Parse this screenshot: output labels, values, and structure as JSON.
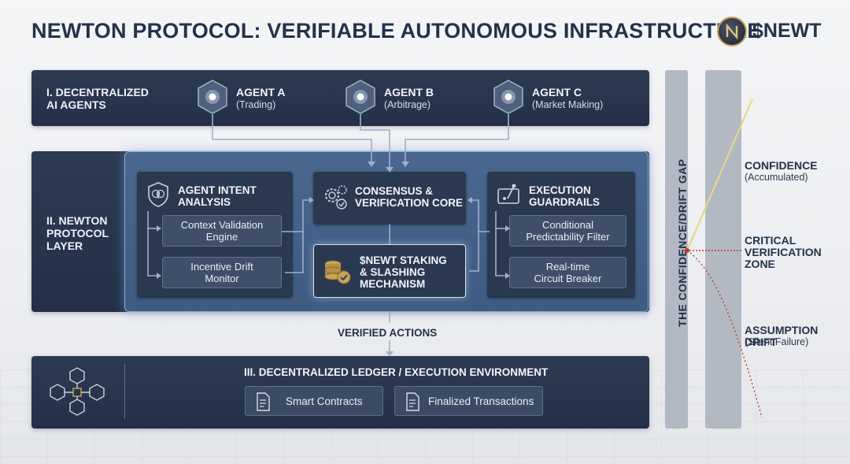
{
  "header": {
    "title": "NEWTON PROTOCOL: VERIFIABLE AUTONOMOUS INFRASTRUCTURE",
    "token": "$NEWT"
  },
  "layer1": {
    "label_line1": "I. DECENTRALIZED",
    "label_line2": "AI AGENTS",
    "agents": [
      {
        "name": "AGENT A",
        "role": "(Trading)"
      },
      {
        "name": "AGENT B",
        "role": "(Arbitrage)"
      },
      {
        "name": "AGENT C",
        "role": "(Market Making)"
      }
    ]
  },
  "layer2": {
    "label_line1": "II. NEWTON",
    "label_line2": "PROTOCOL",
    "label_line3": "LAYER",
    "intent": {
      "title_line1": "AGENT INTENT",
      "title_line2": "ANALYSIS",
      "items": [
        {
          "line1": "Context Validation",
          "line2": "Engine"
        },
        {
          "line1": "Incentive Drift",
          "line2": "Monitor"
        }
      ]
    },
    "consensus": {
      "title_line1": "CONSENSUS &",
      "title_line2": "VERIFICATION CORE"
    },
    "staking": {
      "line1": "$NEWT STAKING",
      "line2": "& SLASHING",
      "line3": "MECHANISM"
    },
    "guardrails": {
      "title_line1": "EXECUTION",
      "title_line2": "GUARDRAILS",
      "items": [
        {
          "line1": "Conditional",
          "line2": "Predictability Filter"
        },
        {
          "line1": "Real-time",
          "line2": "Circuit Breaker"
        }
      ]
    }
  },
  "flow_label": "VERIFIED ACTIONS",
  "layer3": {
    "title": "III. DECENTRALIZED LEDGER / EXECUTION ENVIRONMENT",
    "buttons": [
      "Smart Contracts",
      "Finalized Transactions"
    ]
  },
  "gap": {
    "vertical_label": "THE CONFIDENCE/DRIFT GAP",
    "confidence": {
      "title": "CONFIDENCE",
      "sub": "(Accumulated)"
    },
    "critical": {
      "line1": "CRITICAL",
      "line2": "VERIFICATION",
      "line3": "ZONE"
    },
    "drift": {
      "title": "ASSUMPTION DRIFT",
      "sub": "(Silent Failure)"
    }
  },
  "colors": {
    "panel": "#2c3a52",
    "inner_layer": "#4a6790",
    "confidence_line": "#e8d58a",
    "drift_line": "#c0392b",
    "accent_gold": "#c9a55a"
  }
}
